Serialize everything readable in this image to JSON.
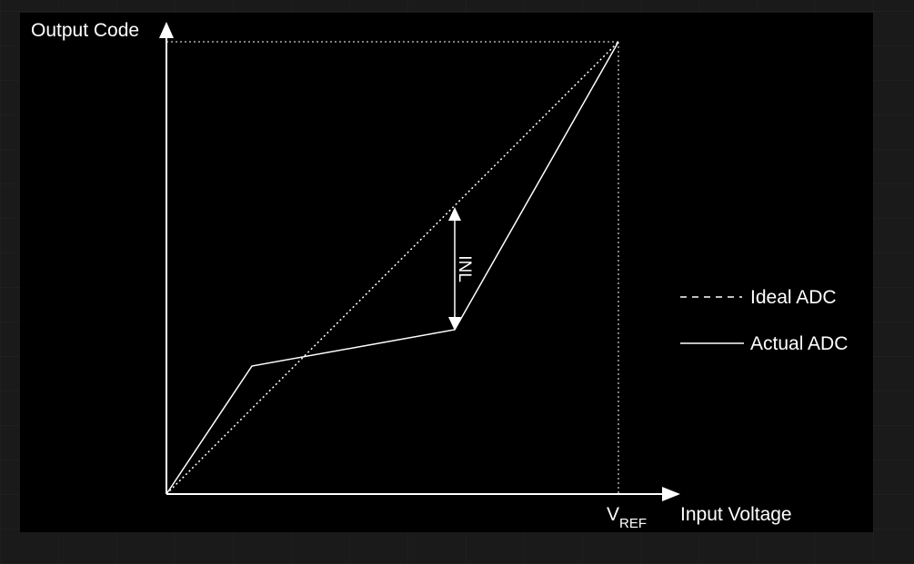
{
  "y_axis_label": "Output Code",
  "x_axis_label": "Input Voltage",
  "vref_main": "V",
  "vref_sub": "REF",
  "inl_label": "INL",
  "legend": {
    "ideal": "Ideal ADC",
    "actual": "Actual ADC"
  },
  "colors": {
    "background": "#000000",
    "lines": "#ffffff"
  }
}
